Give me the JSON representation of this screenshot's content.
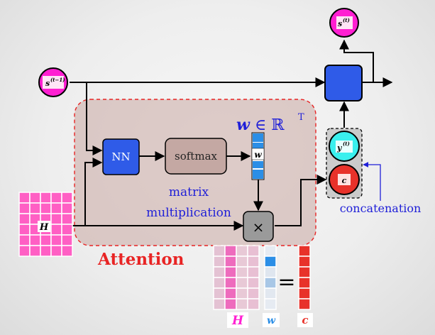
{
  "labels": {
    "s_prev_base": "s",
    "s_prev_sup": "(t−1)",
    "s_next_base": "s",
    "s_next_sup": "(t)",
    "y_base": "y",
    "y_sup": "(t)",
    "c_label": "c",
    "nn": "NN",
    "softmax": "softmax",
    "w_vec": "w",
    "w_eq_base": "w",
    "w_eq_in": " ∈ ℝ",
    "w_eq_sup": "T",
    "h_grid": "H",
    "times": "×",
    "matrix_line1": "matrix",
    "matrix_line2": "multiplication",
    "attention": "Attention",
    "concatenation": "concatenation",
    "equals": "=",
    "bottom_h": "H",
    "bottom_w": "w",
    "bottom_c": "c"
  },
  "colors": {
    "blue_box": "#2f5be8",
    "magenta": "#ff1fd2",
    "pink_cell": "#ff5fc4",
    "cyan": "#3af0ee",
    "red": "#e8322a",
    "vec_blue": "#2b8ee6",
    "attention_red": "#e82424",
    "label_blue": "#1f1fd8"
  }
}
